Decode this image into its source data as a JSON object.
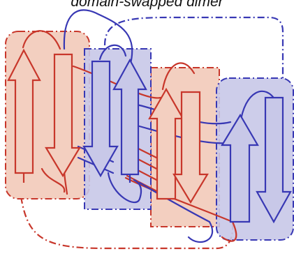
{
  "title": "domain-swapped dimer",
  "colors": {
    "red_stroke": "#c8372b",
    "red_fill": "#f3cfc0",
    "blue_stroke": "#3838b4",
    "blue_fill": "#c8c8e8"
  },
  "domains": [
    {
      "name": "",
      "color": "red"
    },
    {
      "name": "",
      "color": "blue"
    },
    {
      "name": "",
      "color": "red"
    },
    {
      "name": "",
      "color": "blue"
    }
  ]
}
